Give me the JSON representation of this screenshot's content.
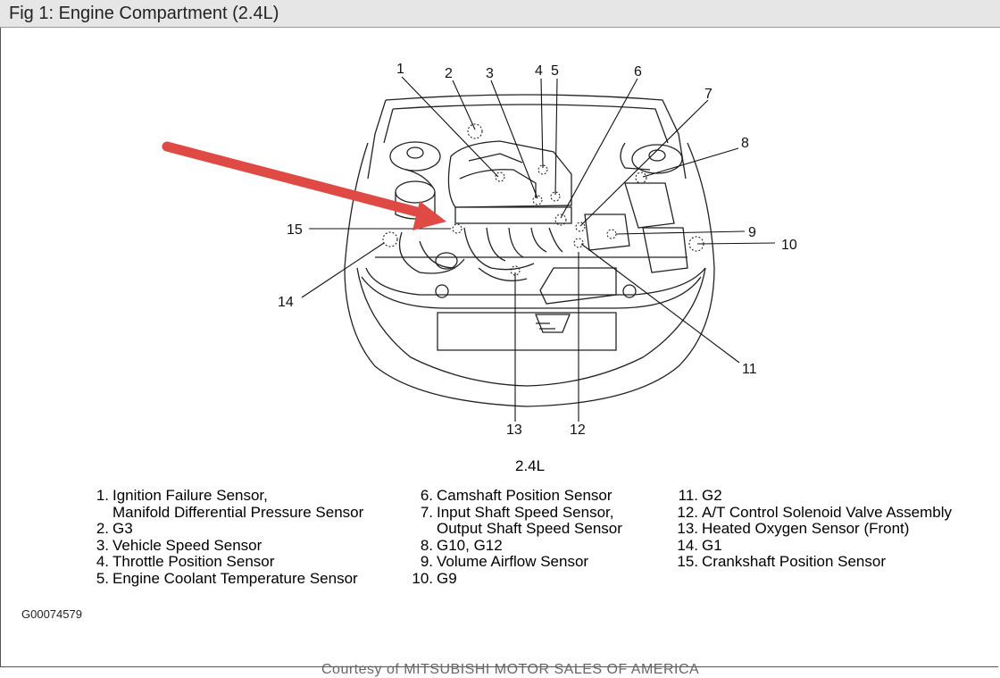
{
  "page": {
    "title": "Fig 1: Engine Compartment (2.4L)"
  },
  "diagram": {
    "caption": "2.4L",
    "figure_id": "G00074579",
    "source_text": "Courtesy of MITSUBISHI MOTOR SALES OF AMERICA",
    "callout_numbers": [
      "1",
      "2",
      "3",
      "4",
      "5",
      "6",
      "7",
      "8",
      "9",
      "10",
      "11",
      "12",
      "13",
      "14",
      "15"
    ],
    "arrow_color": "#e04a45"
  },
  "legend": {
    "col1": [
      {
        "num": "1.",
        "label": "Ignition Failure Sensor,"
      },
      {
        "num": "",
        "label": "Manifold Differential Pressure Sensor"
      },
      {
        "num": "2.",
        "label": "G3"
      },
      {
        "num": "3.",
        "label": "Vehicle Speed Sensor"
      },
      {
        "num": "4.",
        "label": "Throttle Position Sensor"
      },
      {
        "num": "5.",
        "label": "Engine Coolant Temperature Sensor"
      }
    ],
    "col2": [
      {
        "num": "6.",
        "label": "Camshaft Position Sensor"
      },
      {
        "num": "7.",
        "label": "Input Shaft Speed Sensor,"
      },
      {
        "num": "",
        "label": "Output Shaft Speed Sensor"
      },
      {
        "num": "8.",
        "label": "G10, G12"
      },
      {
        "num": "9.",
        "label": "Volume Airflow Sensor"
      },
      {
        "num": "10.",
        "label": "G9"
      }
    ],
    "col3": [
      {
        "num": "11.",
        "label": "G2"
      },
      {
        "num": "12.",
        "label": "A/T Control Solenoid Valve Assembly"
      },
      {
        "num": "13.",
        "label": "Heated Oxygen Sensor (Front)"
      },
      {
        "num": "14.",
        "label": "G1"
      },
      {
        "num": "15.",
        "label": "Crankshaft Position Sensor"
      }
    ]
  }
}
